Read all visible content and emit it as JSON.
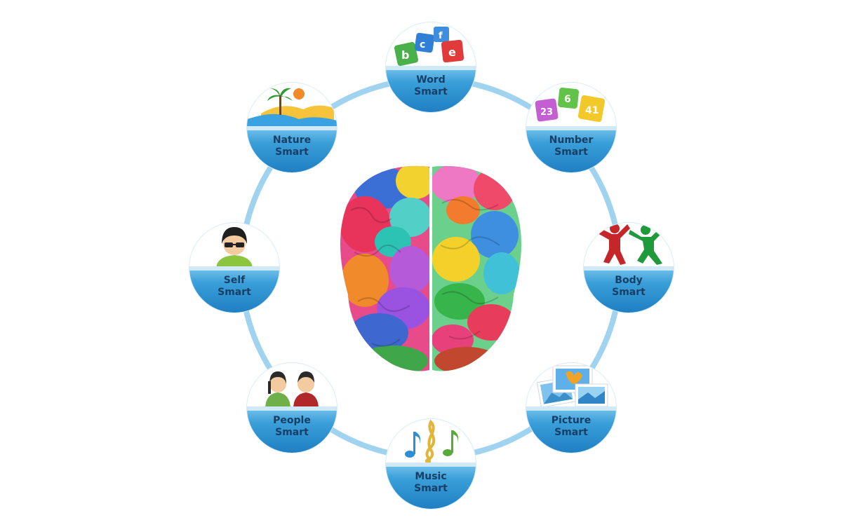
{
  "nodes": [
    {
      "id": "word",
      "line1": "Word",
      "line2": "Smart",
      "icon": "letter-blocks-icon"
    },
    {
      "id": "number",
      "line1": "Number",
      "line2": "Smart",
      "icon": "number-blocks-icon"
    },
    {
      "id": "body",
      "line1": "Body",
      "line2": "Smart",
      "icon": "jumping-kids-icon"
    },
    {
      "id": "picture",
      "line1": "Picture",
      "line2": "Smart",
      "icon": "photos-icon"
    },
    {
      "id": "music",
      "line1": "Music",
      "line2": "Smart",
      "icon": "music-notes-icon"
    },
    {
      "id": "people",
      "line1": "People",
      "line2": "Smart",
      "icon": "two-people-icon"
    },
    {
      "id": "self",
      "line1": "Self",
      "line2": "Smart",
      "icon": "person-face-icon"
    },
    {
      "id": "nature",
      "line1": "Nature",
      "line2": "Smart",
      "icon": "beach-landscape-icon"
    }
  ],
  "center": {
    "icon": "colorful-brain-icon"
  },
  "colors": {
    "ring": "#9fd3f0",
    "band": "#2b8fd0",
    "label": "#173f66"
  }
}
